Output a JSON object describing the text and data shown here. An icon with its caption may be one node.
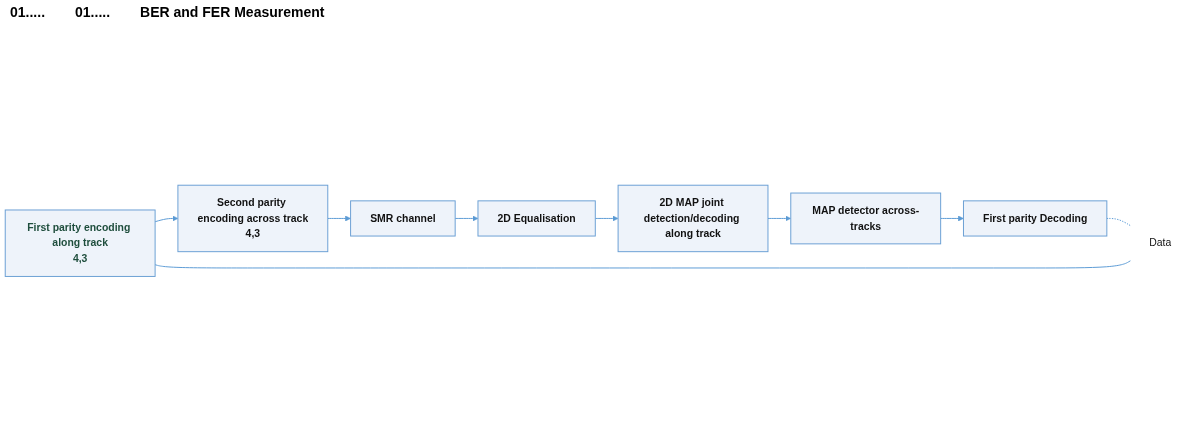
{
  "diagram": {
    "nodes": [
      {
        "text": [
          "First parity encoding along track",
          "4,3"
        ]
      },
      {
        "text": [
          "Second parity encoding across track",
          "4,3"
        ]
      },
      {
        "text": [
          "SMR channel"
        ]
      },
      {
        "text": [
          "2D Equalisation"
        ]
      },
      {
        "text": [
          "2D MAP joint detection/decoding along track"
        ]
      },
      {
        "text": [
          "MAP detector across-tracks"
        ]
      },
      {
        "text": [
          "First parity Decoding"
        ]
      },
      {
        "text": [
          "Data"
        ]
      }
    ],
    "edges": [
      {
        "from": 7,
        "to": 0,
        "arrow": "none"
      },
      {
        "from": 0,
        "to": 1,
        "arrow": "to"
      },
      {
        "from": 1,
        "to": 2,
        "arrow": "to"
      },
      {
        "from": 2,
        "to": 3,
        "arrow": "to"
      },
      {
        "from": 3,
        "to": 4,
        "arrow": "to"
      },
      {
        "from": 4,
        "to": 5,
        "arrow": "to"
      },
      {
        "from": 5,
        "to": 6,
        "arrow": "to"
      },
      {
        "from": 6,
        "to": 7,
        "arrow": "none",
        "style": "dashed"
      }
    ],
    "labels": [
      "01.....",
      "01.....",
      "BER and FER Measurement"
    ]
  }
}
